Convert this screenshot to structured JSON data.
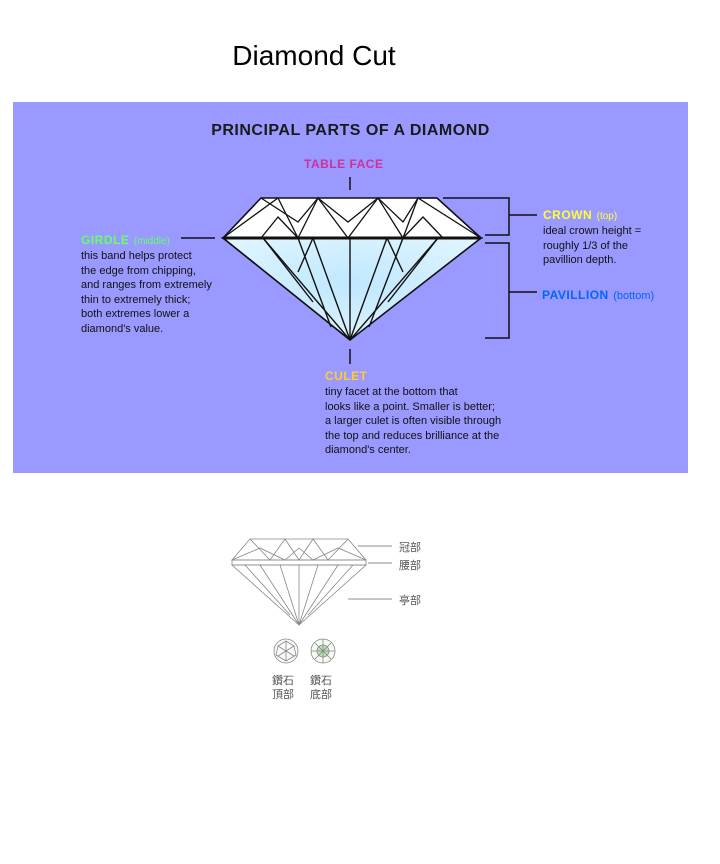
{
  "page": {
    "title": "Diamond Cut"
  },
  "panel": {
    "background": "#9999ff",
    "heading": "PRINCIPAL PARTS OF A DIAMOND",
    "table_face": {
      "label": "TABLE FACE",
      "color": "#cc3399"
    },
    "crown": {
      "label": "CROWN",
      "sub": "(top)",
      "color": "#ffff33",
      "description": [
        "ideal crown height =",
        "roughly 1/3 of the",
        "pavillion depth."
      ]
    },
    "pavillion": {
      "label": "PAVILLION",
      "sub": "(bottom)",
      "color": "#0066ff"
    },
    "girdle": {
      "label": "GIRDLE",
      "sub": "(middle)",
      "color": "#66ff66",
      "description": [
        "this band helps protect",
        "the edge from chipping,",
        "and ranges from extremely",
        "thin to extremely thick;",
        "both extremes lower a",
        "diamond's value."
      ]
    },
    "culet": {
      "label": "CULET",
      "color": "#ffcc33",
      "description": [
        "tiny facet at the bottom that",
        "looks like a point. Smaller is better;",
        "a larger culet is often visible through",
        "the top and reduces brilliance at the",
        "diamond's center."
      ]
    }
  },
  "small_diagram": {
    "labels": {
      "crown": "冠部",
      "girdle": "腰部",
      "pavilion": "亭部"
    },
    "views": [
      {
        "line1": "鑽石",
        "line2": "頂部"
      },
      {
        "line1": "鑽石",
        "line2": "底部"
      }
    ]
  }
}
